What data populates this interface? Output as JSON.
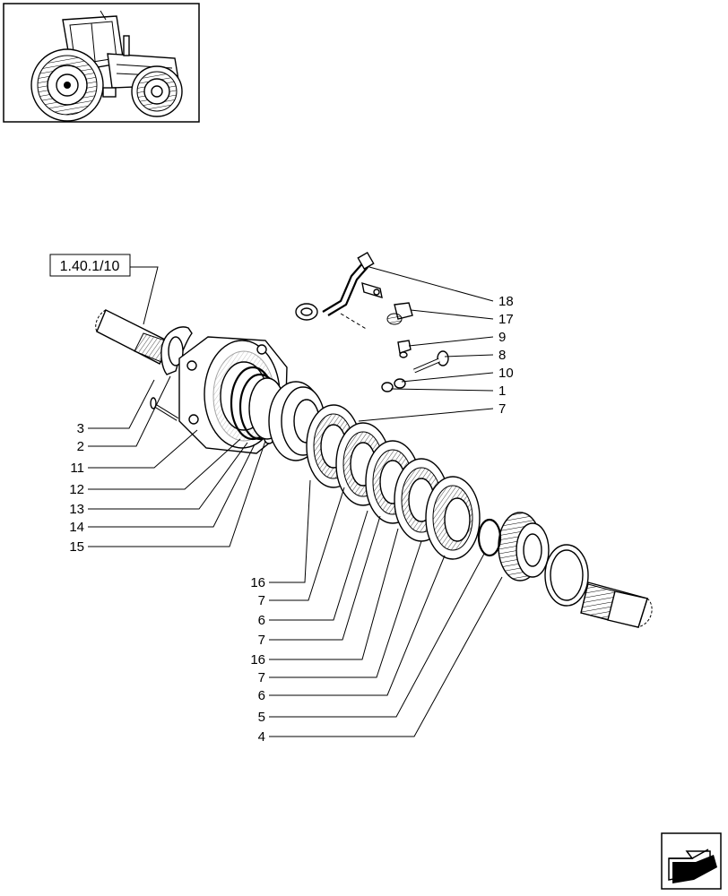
{
  "thumbnail": {
    "icon": "tractor-icon"
  },
  "reference_label": "1.40.1/10",
  "nav_button": {
    "icon": "back-arrow-icon"
  },
  "callouts_right": [
    {
      "label": "18"
    },
    {
      "label": "17"
    },
    {
      "label": "9"
    },
    {
      "label": "8"
    },
    {
      "label": "10"
    },
    {
      "label": "1"
    },
    {
      "label": "7"
    }
  ],
  "callouts_left_upper": [
    {
      "label": "3"
    },
    {
      "label": "2"
    },
    {
      "label": "11"
    },
    {
      "label": "12"
    },
    {
      "label": "13"
    },
    {
      "label": "14"
    },
    {
      "label": "15"
    }
  ],
  "callouts_left_lower": [
    {
      "label": "16"
    },
    {
      "label": "7"
    },
    {
      "label": "6"
    },
    {
      "label": "7"
    },
    {
      "label": "16"
    },
    {
      "label": "7"
    },
    {
      "label": "6"
    },
    {
      "label": "5"
    },
    {
      "label": "4"
    }
  ]
}
